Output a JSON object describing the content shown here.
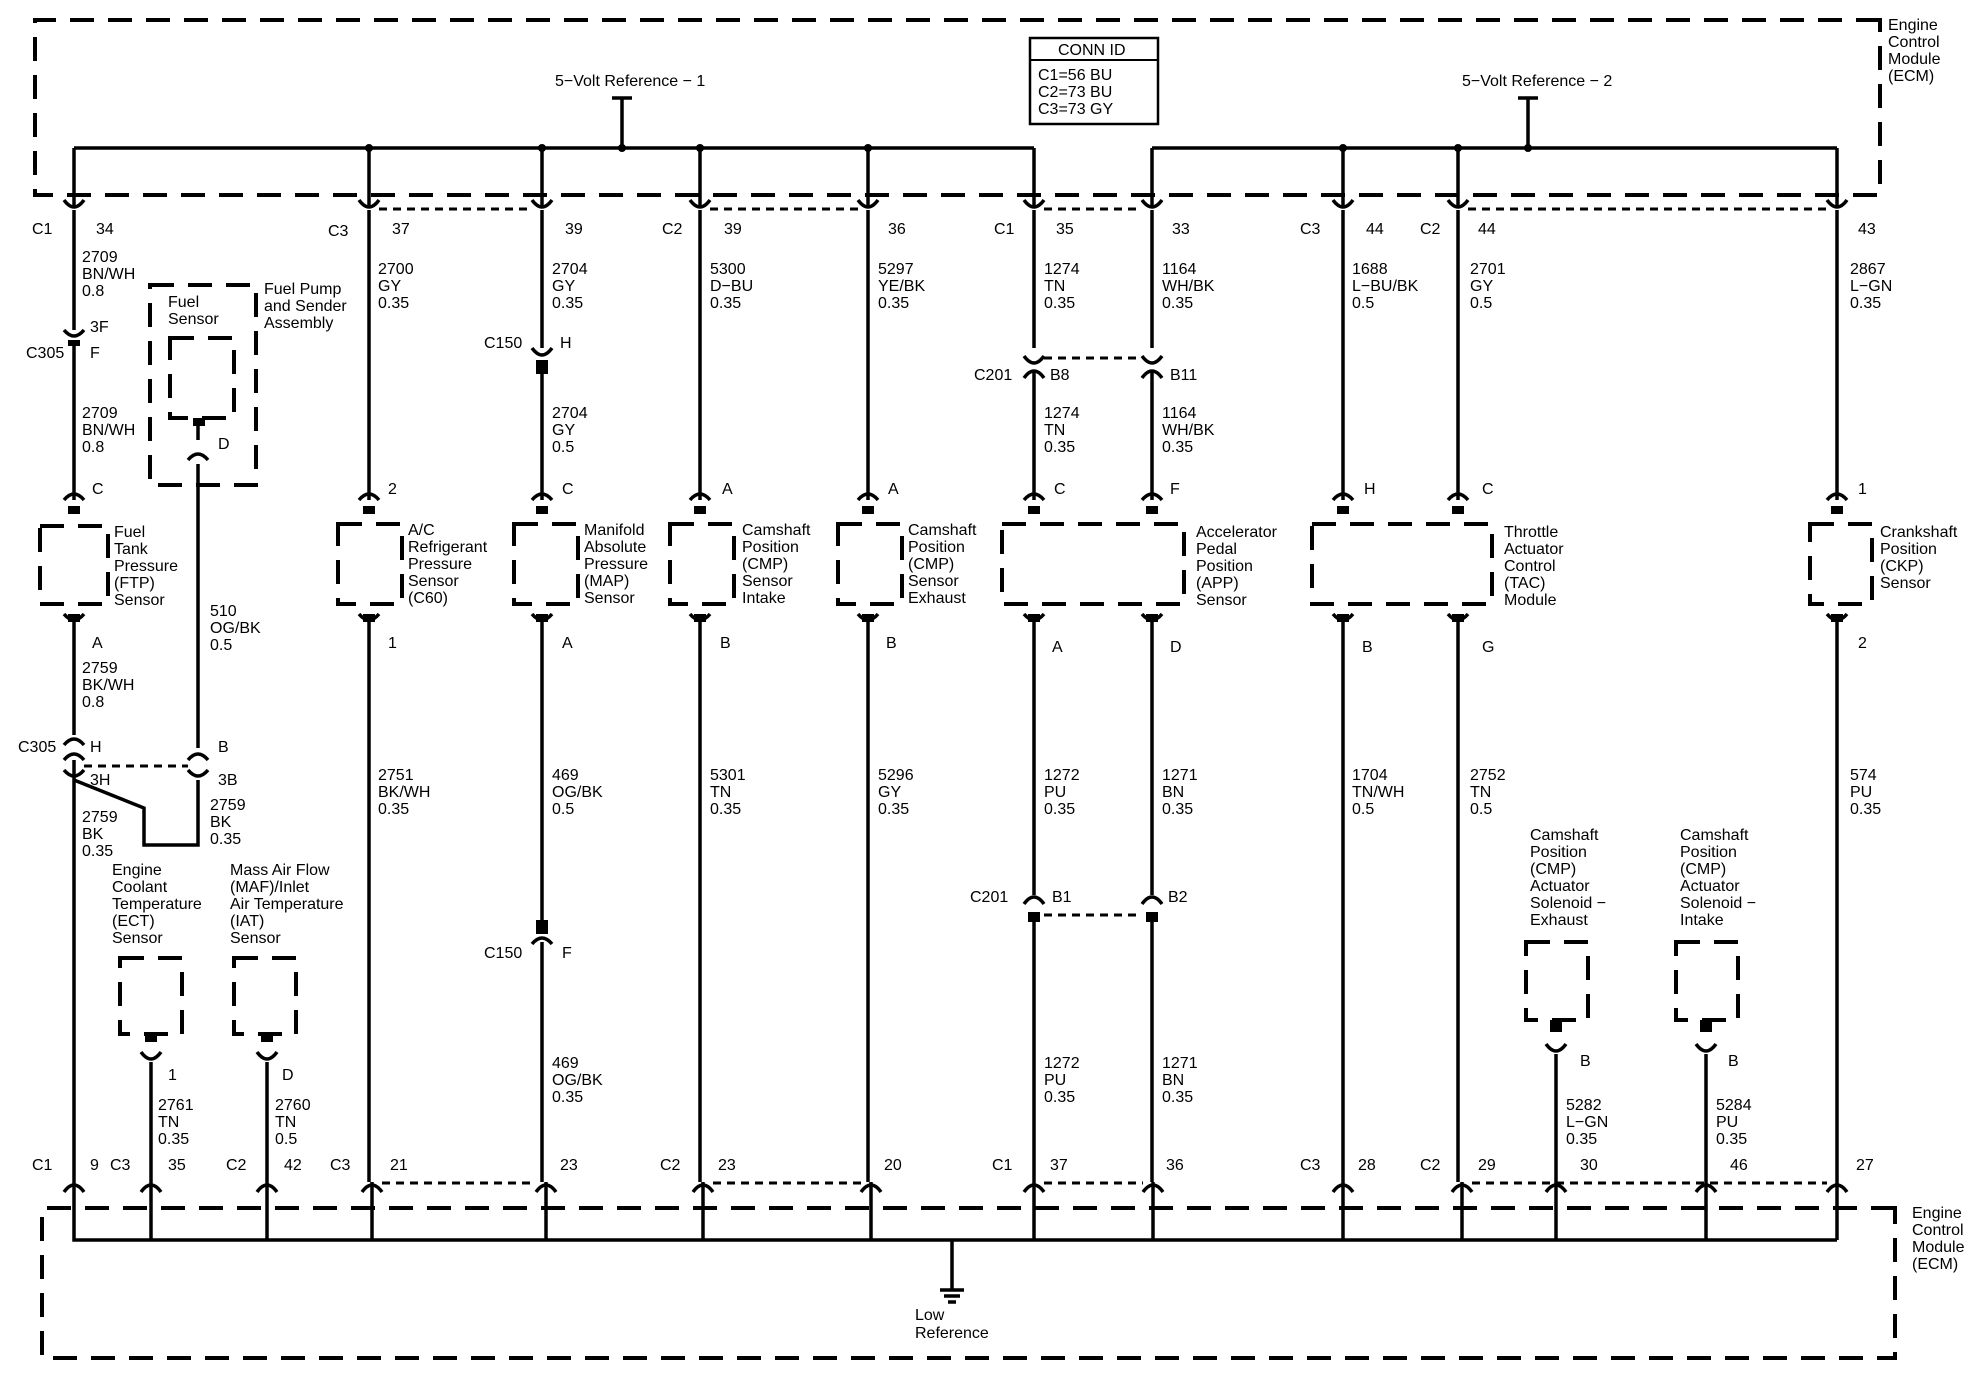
{
  "modules": {
    "ecm_label": [
      "Engine",
      "Control",
      "Module",
      "(ECM)"
    ],
    "ref1": "5−Volt Reference − 1",
    "ref2": "5−Volt Reference − 2",
    "low_ref": [
      "Low",
      "Reference"
    ],
    "conn_id": {
      "title": "CONN ID",
      "lines": [
        "C1=56 BU",
        "C2=73 BU",
        "C3=73 GY"
      ]
    }
  },
  "top_pins": [
    {
      "conn": "C1",
      "pin": "34"
    },
    {
      "conn": "C3",
      "pin": "37"
    },
    {
      "conn": "",
      "pin": "39"
    },
    {
      "conn": "C2",
      "pin": "39"
    },
    {
      "conn": "",
      "pin": "36"
    },
    {
      "conn": "C1",
      "pin": "35"
    },
    {
      "conn": "",
      "pin": "33"
    },
    {
      "conn": "C3",
      "pin": "44"
    },
    {
      "conn": "C2",
      "pin": "44"
    },
    {
      "conn": "",
      "pin": "43"
    }
  ],
  "bottom_pins": [
    {
      "conn": "C1",
      "pin": "9"
    },
    {
      "conn": "C3",
      "pin": "35"
    },
    {
      "conn": "C2",
      "pin": "42"
    },
    {
      "conn": "C3",
      "pin": "21"
    },
    {
      "conn": "",
      "pin": "23"
    },
    {
      "conn": "C2",
      "pin": "23"
    },
    {
      "conn": "",
      "pin": "20"
    },
    {
      "conn": "C1",
      "pin": "37"
    },
    {
      "conn": "",
      "pin": "36"
    },
    {
      "conn": "C3",
      "pin": "28"
    },
    {
      "conn": "C2",
      "pin": "29"
    },
    {
      "conn": "",
      "pin": "30"
    },
    {
      "conn": "",
      "pin": "46"
    },
    {
      "conn": "",
      "pin": "27"
    }
  ],
  "wires": [
    [
      "2709",
      "BN/WH",
      "0.8"
    ],
    [
      "2709",
      "BN/WH",
      "0.8"
    ],
    [
      "2759",
      "BK/WH",
      "0.8"
    ],
    [
      "2759",
      "BK",
      "0.35"
    ],
    [
      "510",
      "OG/BK",
      "0.5"
    ],
    [
      "2759",
      "BK",
      "0.35"
    ],
    [
      "2761",
      "TN",
      "0.35"
    ],
    [
      "2760",
      "TN",
      "0.5"
    ],
    [
      "2700",
      "GY",
      "0.35"
    ],
    [
      "2751",
      "BK/WH",
      "0.35"
    ],
    [
      "2704",
      "GY",
      "0.35"
    ],
    [
      "2704",
      "GY",
      "0.5"
    ],
    [
      "469",
      "OG/BK",
      "0.5"
    ],
    [
      "469",
      "OG/BK",
      "0.35"
    ],
    [
      "5300",
      "D−BU",
      "0.35"
    ],
    [
      "5301",
      "TN",
      "0.35"
    ],
    [
      "5297",
      "YE/BK",
      "0.35"
    ],
    [
      "5296",
      "GY",
      "0.35"
    ],
    [
      "1274",
      "TN",
      "0.35"
    ],
    [
      "1274",
      "TN",
      "0.35"
    ],
    [
      "1272",
      "PU",
      "0.35"
    ],
    [
      "1272",
      "PU",
      "0.35"
    ],
    [
      "1164",
      "WH/BK",
      "0.35"
    ],
    [
      "1164",
      "WH/BK",
      "0.35"
    ],
    [
      "1271",
      "BN",
      "0.35"
    ],
    [
      "1271",
      "BN",
      "0.35"
    ],
    [
      "1688",
      "L−BU/BK",
      "0.5"
    ],
    [
      "1704",
      "TN/WH",
      "0.5"
    ],
    [
      "2701",
      "GY",
      "0.5"
    ],
    [
      "2752",
      "TN",
      "0.5"
    ],
    [
      "2867",
      "L−GN",
      "0.35"
    ],
    [
      "574",
      "PU",
      "0.35"
    ],
    [
      "5282",
      "L−GN",
      "0.35"
    ],
    [
      "5284",
      "PU",
      "0.35"
    ]
  ],
  "inline_connectors": [
    {
      "name": "C305",
      "pin": "F",
      "pin2": "3F"
    },
    {
      "name": "C305",
      "pin": "H",
      "pin2": "3H",
      "pin3": "B",
      "pin4": "3B"
    },
    {
      "name": "C150",
      "pin": "H"
    },
    {
      "name": "C150",
      "pin": "F"
    },
    {
      "name": "C201",
      "pin": "B8",
      "pin2": "B11"
    },
    {
      "name": "C201",
      "pin": "B1",
      "pin2": "B2"
    }
  ],
  "components": {
    "ftp": {
      "name": [
        "Fuel",
        "Tank",
        "Pressure",
        "(FTP)",
        "Sensor"
      ],
      "pins": [
        "C",
        "A"
      ]
    },
    "fuel_pump": {
      "name": [
        "Fuel Pump",
        "and Sender",
        "Assembly"
      ],
      "inner": [
        "Fuel",
        "Sensor"
      ],
      "pins": [
        "D"
      ]
    },
    "ect": {
      "name": [
        "Engine",
        "Coolant",
        "Temperature",
        "(ECT)",
        "Sensor"
      ],
      "pins": [
        "1"
      ]
    },
    "maf": {
      "name": [
        "Mass Air Flow",
        "(MAF)/Inlet",
        "Air Temperature",
        "(IAT)",
        "Sensor"
      ],
      "pins": [
        "D"
      ]
    },
    "ac": {
      "name": [
        "A/C",
        "Refrigerant",
        "Pressure",
        "Sensor",
        "(C60)"
      ],
      "pins": [
        "2",
        "1"
      ]
    },
    "map": {
      "name": [
        "Manifold",
        "Absolute",
        "Pressure",
        "(MAP)",
        "Sensor"
      ],
      "pins": [
        "C",
        "A"
      ]
    },
    "cmp_in": {
      "name": [
        "Camshaft",
        "Position",
        "(CMP)",
        "Sensor",
        "Intake"
      ],
      "pins": [
        "A",
        "B"
      ]
    },
    "cmp_ex": {
      "name": [
        "Camshaft",
        "Position",
        "(CMP)",
        "Sensor",
        "Exhaust"
      ],
      "pins": [
        "A",
        "B"
      ]
    },
    "app": {
      "name": [
        "Accelerator",
        "Pedal",
        "Position",
        "(APP)",
        "Sensor"
      ],
      "pins": [
        "C",
        "F",
        "A",
        "D"
      ]
    },
    "tac": {
      "name": [
        "Throttle",
        "Actuator",
        "Control",
        "(TAC)",
        "Module"
      ],
      "pins": [
        "H",
        "C",
        "B",
        "G"
      ]
    },
    "ckp": {
      "name": [
        "Crankshaft",
        "Position",
        "(CKP)",
        "Sensor"
      ],
      "pins": [
        "1",
        "2"
      ]
    },
    "sol_ex": {
      "name": [
        "Camshaft",
        "Position",
        "(CMP)",
        "Actuator",
        "Solenoid −",
        "Exhaust"
      ],
      "pins": [
        "B"
      ]
    },
    "sol_in": {
      "name": [
        "Camshaft",
        "Position",
        "(CMP)",
        "Actuator",
        "Solenoid −",
        "Intake"
      ],
      "pins": [
        "B"
      ]
    }
  }
}
